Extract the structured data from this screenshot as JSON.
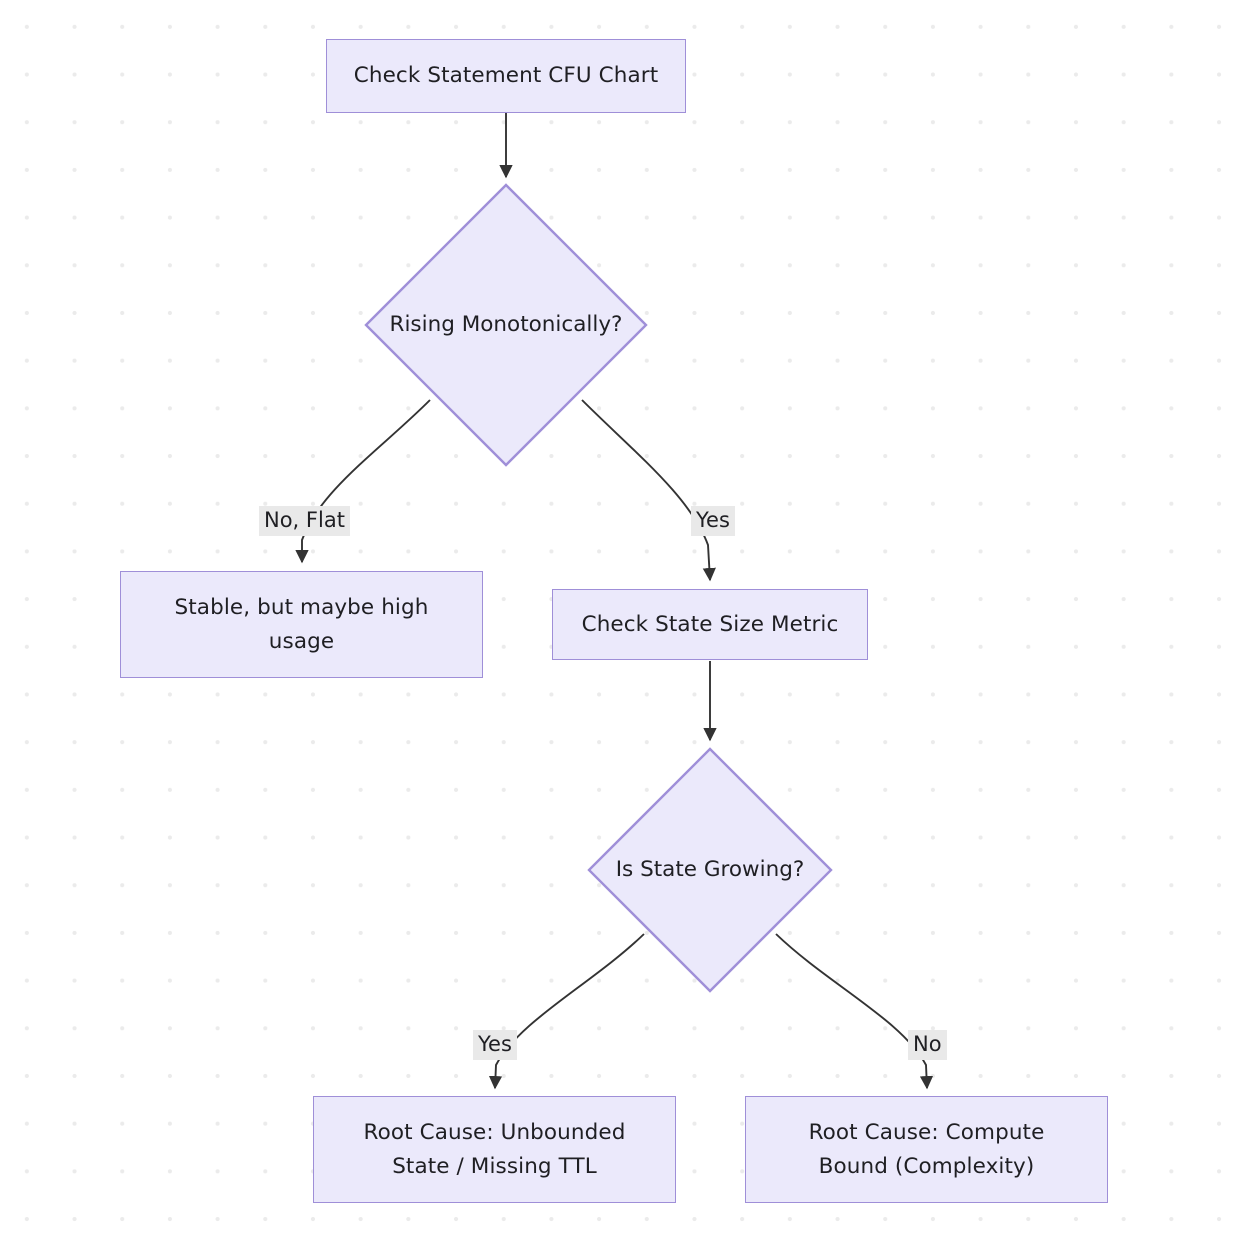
{
  "diagram": {
    "type": "flowchart",
    "direction": "top-down",
    "theme": {
      "node_fill": "#ebe9fb",
      "node_stroke": "#9f8fd8",
      "node_text": "#1f1f23",
      "edge_stroke": "#333333",
      "edge_label_bg": "#e9e9e9",
      "canvas_bg": "#ffffff",
      "grid_dot": "#ebebeb"
    },
    "nodes": [
      {
        "id": "start",
        "shape": "rectangle",
        "label": "Check Statement CFU Chart"
      },
      {
        "id": "rising",
        "shape": "diamond",
        "label": "Rising Monotonically?"
      },
      {
        "id": "stable",
        "shape": "rectangle",
        "label": "Stable, but maybe high\nusage"
      },
      {
        "id": "state_size",
        "shape": "rectangle",
        "label": "Check State Size Metric"
      },
      {
        "id": "growing",
        "shape": "diamond",
        "label": "Is State Growing?"
      },
      {
        "id": "unbounded",
        "shape": "rectangle",
        "label": "Root Cause: Unbounded\nState / Missing TTL"
      },
      {
        "id": "compute",
        "shape": "rectangle",
        "label": "Root Cause: Compute\nBound (Complexity)"
      }
    ],
    "edges": [
      {
        "from": "start",
        "to": "rising",
        "label": ""
      },
      {
        "from": "rising",
        "to": "stable",
        "label": "No, Flat"
      },
      {
        "from": "rising",
        "to": "state_size",
        "label": "Yes"
      },
      {
        "from": "state_size",
        "to": "growing",
        "label": ""
      },
      {
        "from": "growing",
        "to": "unbounded",
        "label": "Yes"
      },
      {
        "from": "growing",
        "to": "compute",
        "label": "No"
      }
    ]
  }
}
